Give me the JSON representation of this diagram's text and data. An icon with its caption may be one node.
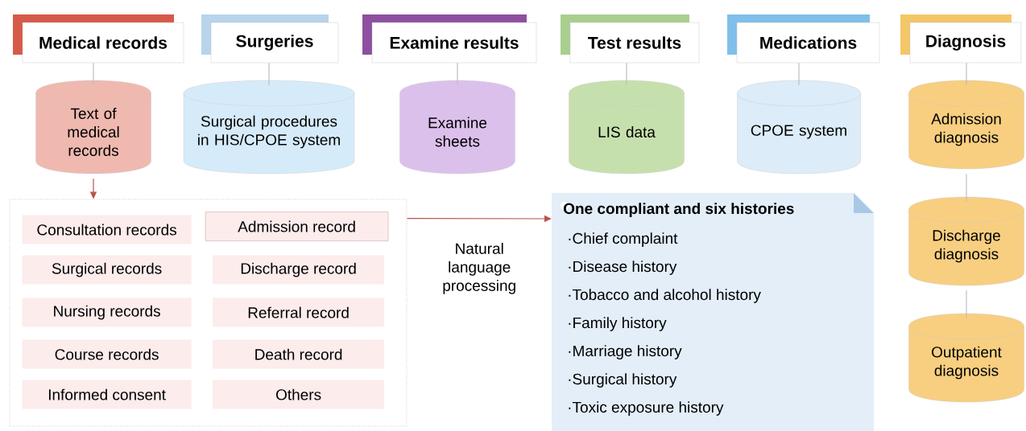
{
  "diagram": {
    "nodes": [
      {
        "text": [
          "Medical records"
        ]
      },
      {
        "text": [
          "Surgeries"
        ]
      },
      {
        "text": [
          "Examine results"
        ]
      },
      {
        "text": [
          "Test results"
        ]
      },
      {
        "text": [
          "Medications"
        ]
      },
      {
        "text": [
          "Diagnosis"
        ]
      },
      {
        "text": [
          "Text of medical records"
        ]
      },
      {
        "text": [
          "Surgical procedures in HIS/CPOE system"
        ]
      },
      {
        "text": [
          "Examine sheets"
        ]
      },
      {
        "text": [
          "LIS data"
        ]
      },
      {
        "text": [
          "CPOE system"
        ]
      },
      {
        "text": [
          "Admission diagnosis"
        ]
      },
      {
        "text": [
          "Discharge diagnosis"
        ]
      },
      {
        "text": [
          "Outpatient diagnosis"
        ]
      },
      {
        "text": [],
        "shape": "box"
      },
      {
        "text": [
          "Consultation records"
        ],
        "in": 14
      },
      {
        "text": [
          "Admission record"
        ],
        "in": 14
      },
      {
        "text": [
          "Surgical records"
        ],
        "in": 14
      },
      {
        "text": [
          "Discharge record"
        ],
        "in": 14
      },
      {
        "text": [
          "Nursing records"
        ],
        "in": 14
      },
      {
        "text": [
          "Referral record"
        ],
        "in": 14
      },
      {
        "text": [
          "Course records"
        ],
        "in": 14
      },
      {
        "text": [
          "Death record"
        ],
        "in": 14
      },
      {
        "text": [
          "Informed consent"
        ],
        "in": 14
      },
      {
        "text": [
          "Others"
        ],
        "in": 14
      },
      {
        "text": [
          "One compliant and six histories",
          "·Chief complaint",
          "·Disease history",
          "·Tobacco and alcohol history",
          "·Family history",
          "·Marriage history",
          "·Surgical history",
          "·Toxic exposure history"
        ]
      }
    ],
    "edges": [
      {
        "from": 0,
        "to": 6,
        "arrow": "none"
      },
      {
        "from": 1,
        "to": 7,
        "arrow": "none"
      },
      {
        "from": 2,
        "to": 8,
        "arrow": "none"
      },
      {
        "from": 3,
        "to": 9,
        "arrow": "none"
      },
      {
        "from": 4,
        "to": 10,
        "arrow": "none"
      },
      {
        "from": 5,
        "to": 11,
        "arrow": "none"
      },
      {
        "from": 11,
        "to": 12,
        "arrow": "none"
      },
      {
        "from": 12,
        "to": 13,
        "arrow": "none"
      },
      {
        "from": 6,
        "to": 14,
        "arrow": "to",
        "color": "#b85450"
      },
      {
        "from": 14,
        "to": 25,
        "arrow": "to",
        "color": "#b85450",
        "label": "Natural language processing"
      }
    ]
  }
}
